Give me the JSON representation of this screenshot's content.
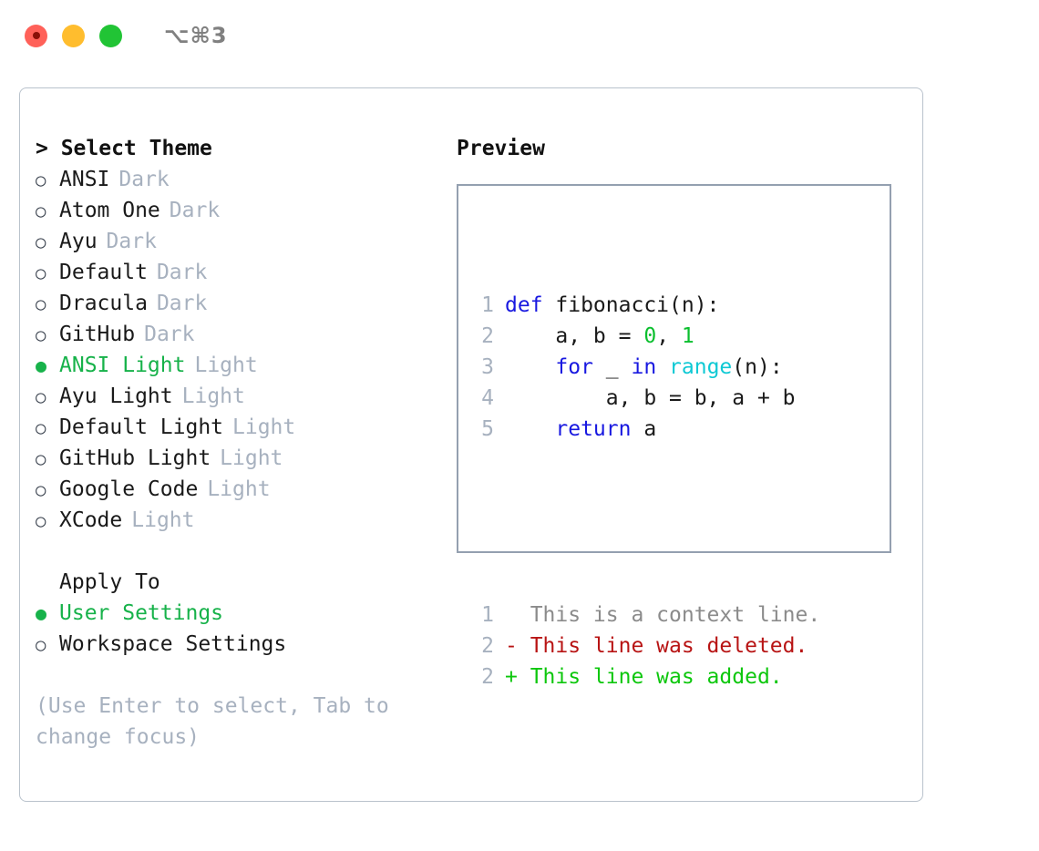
{
  "titlebar": {
    "shortcut": "⌥⌘3",
    "lights": [
      "close",
      "minimize",
      "zoom"
    ]
  },
  "theme_section": {
    "header": "> Select Theme",
    "marker_selected": "●",
    "marker_unselected": "○",
    "items": [
      {
        "name": "ANSI",
        "variant": "Dark",
        "selected": false
      },
      {
        "name": "Atom One",
        "variant": "Dark",
        "selected": false
      },
      {
        "name": "Ayu",
        "variant": "Dark",
        "selected": false
      },
      {
        "name": "Default",
        "variant": "Dark",
        "selected": false
      },
      {
        "name": "Dracula",
        "variant": "Dark",
        "selected": false
      },
      {
        "name": "GitHub",
        "variant": "Dark",
        "selected": false
      },
      {
        "name": "ANSI Light",
        "variant": "Light",
        "selected": true
      },
      {
        "name": "Ayu Light",
        "variant": "Light",
        "selected": false
      },
      {
        "name": "Default Light",
        "variant": "Light",
        "selected": false
      },
      {
        "name": "GitHub Light",
        "variant": "Light",
        "selected": false
      },
      {
        "name": "Google Code",
        "variant": "Light",
        "selected": false
      },
      {
        "name": "XCode",
        "variant": "Light",
        "selected": false
      }
    ]
  },
  "apply_section": {
    "header": "Apply To",
    "items": [
      {
        "name": "User Settings",
        "selected": true
      },
      {
        "name": "Workspace Settings",
        "selected": false
      }
    ]
  },
  "hint": "(Use Enter to select, Tab to change focus)",
  "preview": {
    "title": "Preview",
    "code_lines": [
      {
        "number": "1",
        "tokens": [
          {
            "t": "def",
            "c": "kw"
          },
          {
            "t": " fibonacci(n):",
            "c": "pl"
          }
        ]
      },
      {
        "number": "2",
        "tokens": [
          {
            "t": "    a, b = ",
            "c": "pl"
          },
          {
            "t": "0",
            "c": "num"
          },
          {
            "t": ", ",
            "c": "pl"
          },
          {
            "t": "1",
            "c": "num"
          }
        ]
      },
      {
        "number": "3",
        "tokens": [
          {
            "t": "    ",
            "c": "pl"
          },
          {
            "t": "for",
            "c": "kw"
          },
          {
            "t": " _ ",
            "c": "pl"
          },
          {
            "t": "in",
            "c": "kw"
          },
          {
            "t": " ",
            "c": "pl"
          },
          {
            "t": "range",
            "c": "fn"
          },
          {
            "t": "(n):",
            "c": "pl"
          }
        ]
      },
      {
        "number": "4",
        "tokens": [
          {
            "t": "        a, b = b, a + b",
            "c": "pl"
          }
        ]
      },
      {
        "number": "5",
        "tokens": [
          {
            "t": "    ",
            "c": "pl"
          },
          {
            "t": "return",
            "c": "kw"
          },
          {
            "t": " a",
            "c": "pl"
          }
        ]
      }
    ],
    "diff_lines": [
      {
        "number": "1",
        "sign": " ",
        "text": " This is a context line.",
        "kind": "ctx"
      },
      {
        "number": "2",
        "sign": "-",
        "text": " This line was deleted.",
        "kind": "del"
      },
      {
        "number": "2",
        "sign": "+",
        "text": " This line was added.",
        "kind": "add"
      }
    ]
  },
  "colors": {
    "accent_green": "#17b24a",
    "muted": "#a7b1bf",
    "keyword": "#1818e0",
    "builtin": "#0ec9d4",
    "number": "#0bbf2e",
    "diff_add": "#0dc70d",
    "diff_del": "#b81414",
    "border": "#94a0b0"
  }
}
